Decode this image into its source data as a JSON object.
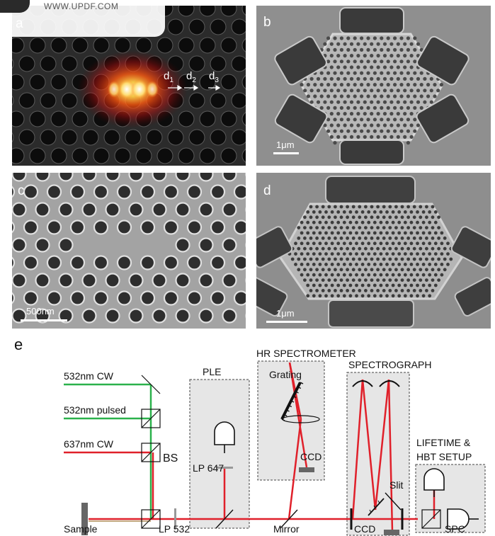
{
  "watermark": {
    "text": "WWW.UPDF.COM"
  },
  "panels": {
    "a": {
      "label": "a",
      "d_labels": [
        "d",
        "d",
        "d"
      ],
      "d_subs": [
        "1",
        "2",
        "3"
      ]
    },
    "b": {
      "label": "b",
      "scale": "1μm"
    },
    "c": {
      "label": "c",
      "scale": "500nm"
    },
    "d": {
      "label": "d",
      "scale": "1μm"
    }
  },
  "diagram": {
    "label": "e",
    "sources": [
      "532nm CW",
      "532nm pulsed",
      "637nm CW"
    ],
    "bs_label": "BS",
    "sample_label": "Sample",
    "lp532_label": "LP 532",
    "ple_title": "PLE",
    "lp647_label": "LP 647",
    "hr_title": "HR SPECTROMETER",
    "grating_label": "Grating",
    "ccd_hr_label": "CCD",
    "mirror_label": "Mirror",
    "spectrograph_title": "SPECTROGRAPH",
    "slit_label": "Slit",
    "ccd_spec_label": "CCD",
    "lifetime_title": [
      "LIFETIME &",
      "HBT SETUP"
    ],
    "spc_label": "SPC",
    "colors": {
      "green": "#2bb14b",
      "red": "#e0202a",
      "box_fill": "#e6e6e6"
    }
  }
}
